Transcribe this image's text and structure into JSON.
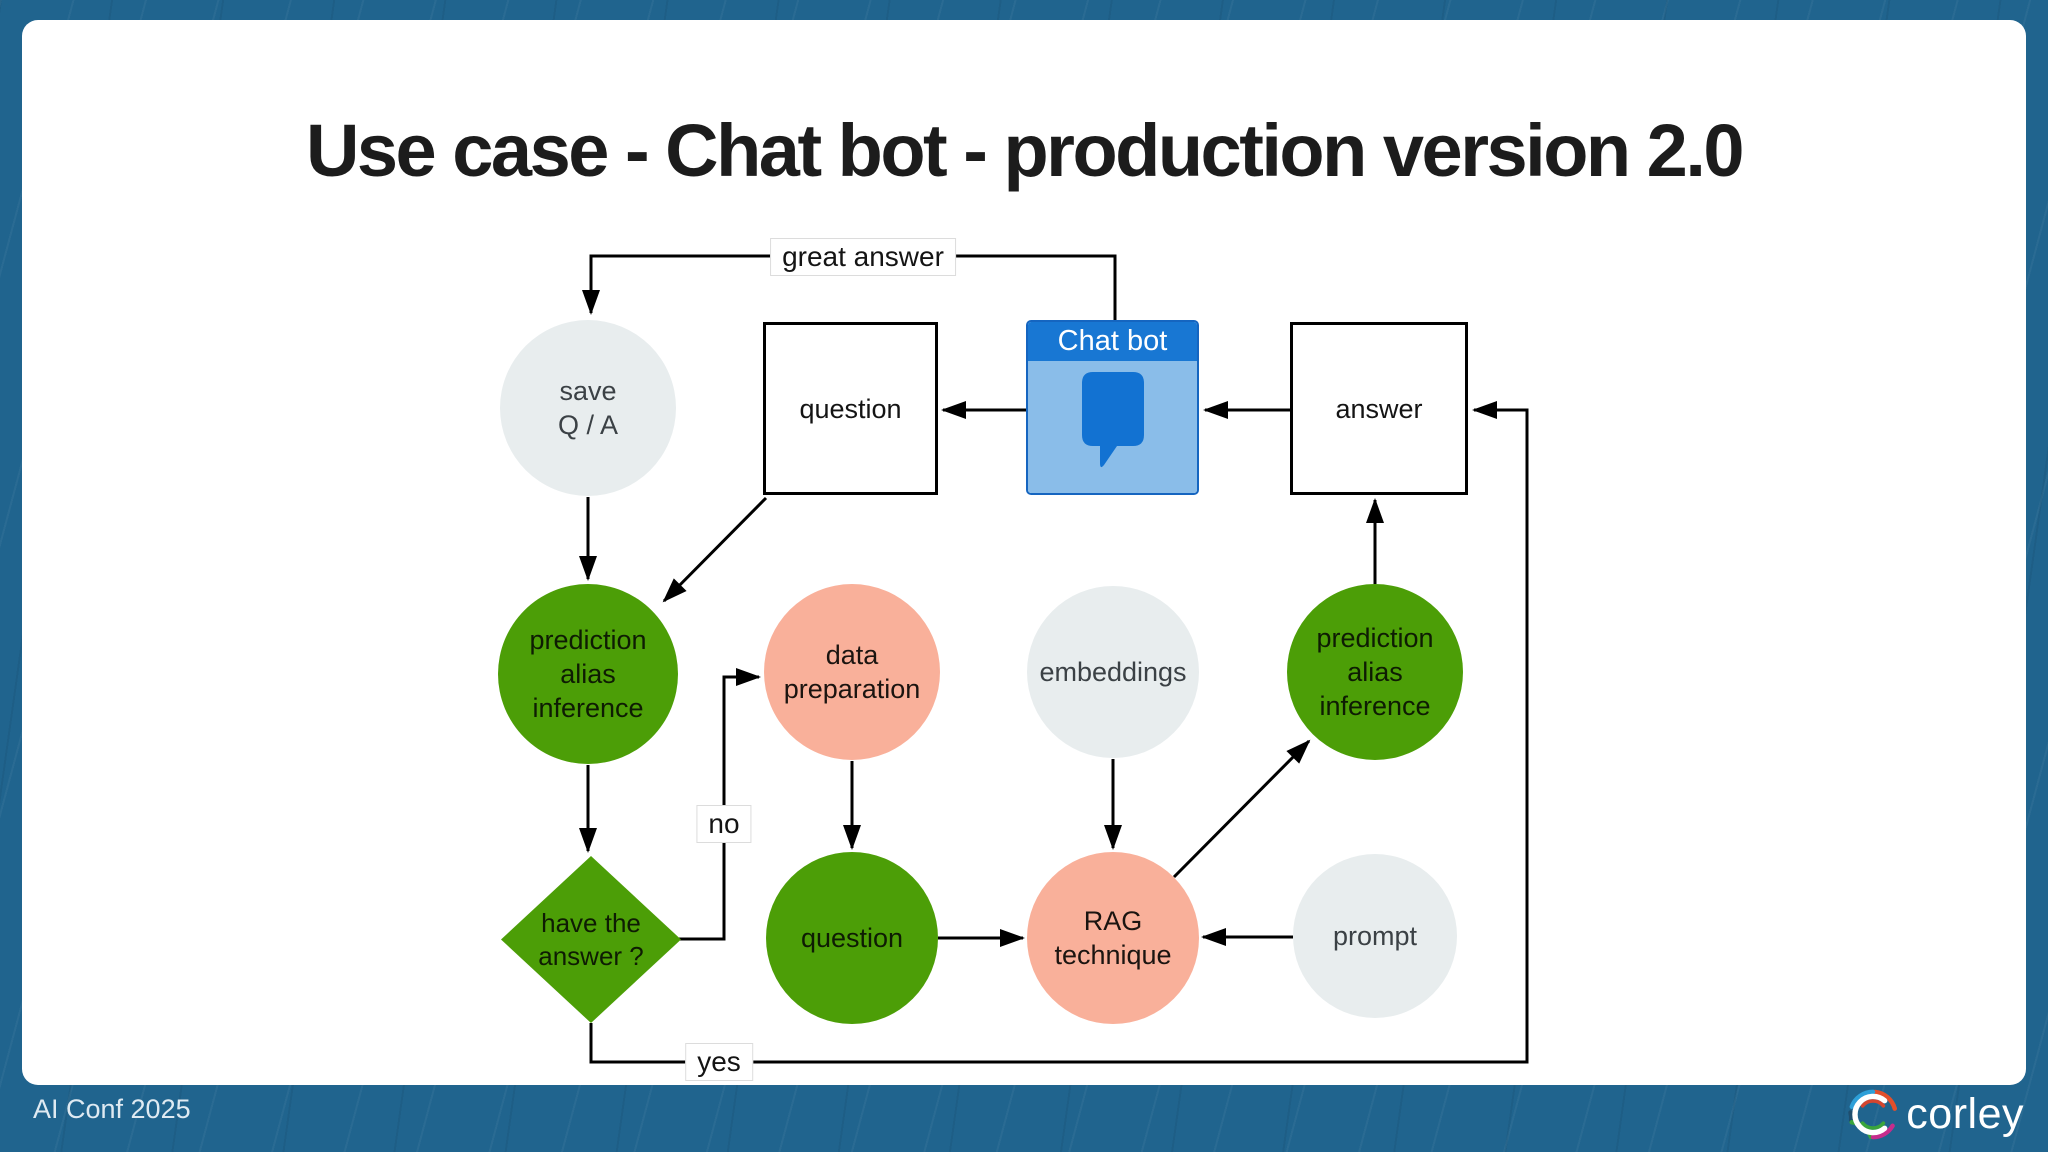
{
  "slide": {
    "title": "Use case - Chat bot - production version 2.0",
    "footer_left": "AI Conf 2025",
    "brand_name": "corley"
  },
  "colors": {
    "frame_blue": "#20648e",
    "node_green": "#4c9e07",
    "node_pink": "#f9b09a",
    "node_gray": "#e8edee",
    "chatbot_header_blue": "#1877d3",
    "chatbot_body_blue": "#8abde9",
    "chat_bubble_blue": "#1272d2",
    "connector_black": "#000000"
  },
  "icons": {
    "chat_bubble": "chat-bubble-icon",
    "brand_mark": "corley-c-icon"
  },
  "nodes": {
    "save_qa": {
      "lines": [
        "save",
        "Q / A"
      ]
    },
    "question_box": {
      "label": "question"
    },
    "chatbot": {
      "title": "Chat bot"
    },
    "answer_box": {
      "label": "answer"
    },
    "prediction_left": {
      "lines": [
        "prediction",
        "alias",
        "inference"
      ]
    },
    "data_preparation": {
      "lines": [
        "data",
        "preparation"
      ]
    },
    "embeddings": {
      "label": "embeddings"
    },
    "prediction_right": {
      "lines": [
        "prediction",
        "alias",
        "inference"
      ]
    },
    "have_the_answer": {
      "lines": [
        "have the",
        "answer ?"
      ]
    },
    "question_circle": {
      "label": "question"
    },
    "rag_technique": {
      "lines": [
        "RAG",
        "technique"
      ]
    },
    "prompt": {
      "label": "prompt"
    }
  },
  "edge_labels": {
    "great_answer": "great answer",
    "no": "no",
    "yes": "yes"
  }
}
